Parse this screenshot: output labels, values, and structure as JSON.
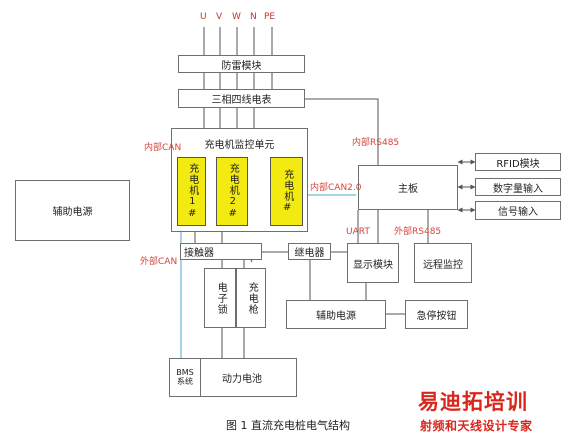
{
  "terminals": [
    "U",
    "V",
    "W",
    "N",
    "PE"
  ],
  "blocks": {
    "lightning": "防雷模块",
    "meter": "三相四线电表",
    "monitor": "充电机监控单元",
    "charger1": "充电机1#",
    "charger2": "充电机2#",
    "charger3": "充电机#",
    "mainboard": "主板",
    "rfid": "RFID模块",
    "digital_in": "数字量输入",
    "signal_in": "信号输入",
    "aux_power_left": "辅助电源",
    "contactor": "接触器",
    "relay": "继电器",
    "display": "显示模块",
    "remote": "远程监控",
    "elock": "电子锁",
    "gun": "充电枪",
    "aux_power_bottom": "辅助电源",
    "estop": "急停按钮",
    "bms": "BMS系统",
    "battery": "动力电池"
  },
  "labels": {
    "inner_can": "内部CAN",
    "inner_rs485_top": "内部RS485",
    "inner_can20": "内部CAN2.0",
    "uart": "UART",
    "outer_rs485": "外部RS485",
    "outer_can": "外部CAN"
  },
  "caption": "图 1 直流充电桩电气结构",
  "watermark": {
    "title": "易迪拓培训",
    "subtitle": "射频和天线设计专家"
  },
  "colors": {
    "line": "#555555",
    "can_line": "#49a9d1",
    "label_red": "#d6443a",
    "charger_yellow": "#f3ea11"
  }
}
